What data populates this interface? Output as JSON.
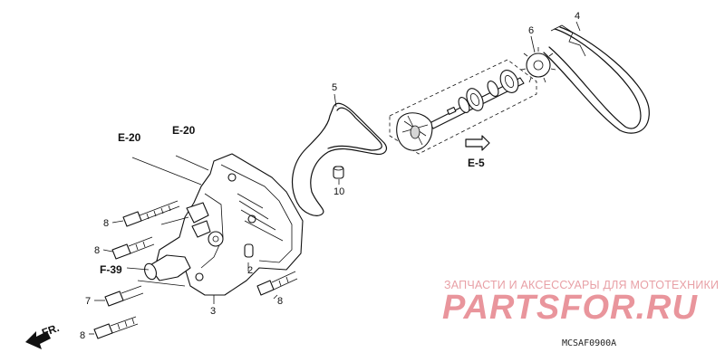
{
  "callouts": {
    "c2": "2",
    "c3": "3",
    "c4": "4",
    "c5": "5",
    "c6": "6",
    "c7": "7",
    "c8a": "8",
    "c8b": "8",
    "c8c": "8",
    "c8d": "8",
    "c10": "10"
  },
  "references": {
    "e20_left": "E-20",
    "e20_right": "E-20",
    "e5": "E-5",
    "f39": "F-39",
    "fr": "FR."
  },
  "diagram_code": "MCSAF0900A",
  "watermark": {
    "tagline": "ЗАПЧАСТИ И АКСЕССУАРЫ ДЛЯ МОТОТЕХНИКИ",
    "brand": "PARTSFOR.RU",
    "color": "#e9959c"
  }
}
